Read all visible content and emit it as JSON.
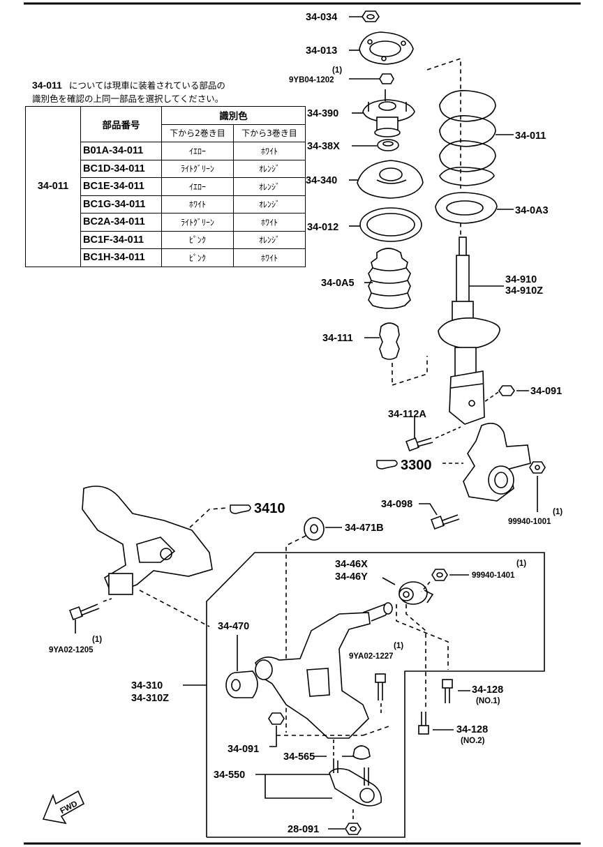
{
  "note": {
    "code": "34-011",
    "line1": "については現車に装着されている部品の",
    "line2": "識別色を確認の上同一部品を選択してください。"
  },
  "table": {
    "group": "34-011",
    "header_part": "部品番号",
    "header_color": "識別色",
    "sub1": "下から2巻き目",
    "sub2": "下から3巻き目",
    "rows": [
      {
        "part": "B01A-34-011",
        "c1": "ｲｴﾛｰ",
        "c2": "ﾎﾜｲﾄ"
      },
      {
        "part": "BC1D-34-011",
        "c1": "ﾗｲﾄｸﾞﾘｰﾝ",
        "c2": "ｵﾚﾝｼﾞ"
      },
      {
        "part": "BC1E-34-011",
        "c1": "ｲｴﾛｰ",
        "c2": "ｵﾚﾝｼﾞ"
      },
      {
        "part": "BC1G-34-011",
        "c1": "ﾎﾜｲﾄ",
        "c2": "ｵﾚﾝｼﾞ"
      },
      {
        "part": "BC2A-34-011",
        "c1": "ﾗｲﾄｸﾞﾘｰﾝ",
        "c2": "ﾎﾜｲﾄ"
      },
      {
        "part": "BC1F-34-011",
        "c1": "ﾋﾟﾝｸ",
        "c2": "ｵﾚﾝｼﾞ"
      },
      {
        "part": "BC1H-34-011",
        "c1": "ﾋﾟﾝｸ",
        "c2": "ﾎﾜｲﾄ"
      }
    ]
  },
  "labels": {
    "l34034": "34-034",
    "l34013": "34-013",
    "q1a": "(1)",
    "l9yb04": "9YB04-1202",
    "l34390": "34-390",
    "l3438x": "34-38X",
    "l34340": "34-340",
    "l34012": "34-012",
    "l340a5": "34-0A5",
    "l34111": "34-111",
    "l34011": "34-011",
    "l340a3": "34-0A3",
    "l34910": "34-910",
    "l34910z": "34-910Z",
    "l34091a": "34-091",
    "l34112a": "34-112A",
    "l3300": "3300",
    "l34098": "34-098",
    "q1b": "(1)",
    "l99940_1001": "99940-1001",
    "l3410": "3410",
    "l34471b": "34-471B",
    "l3446x": "34-46X",
    "l3446y": "34-46Y",
    "q1c": "(1)",
    "l99940_1401": "99940-1401",
    "q1d": "(1)",
    "l9ya02_1205": "9YA02-1205",
    "l34470": "34-470",
    "q1e": "(1)",
    "l9ya02_1227": "9YA02-1227",
    "l34310": "34-310",
    "l34310z": "34-310Z",
    "l34128a": "34-128",
    "no1": "(NO.1)",
    "l34128b": "34-128",
    "no2": "(NO.2)",
    "l34091b": "34-091",
    "l34565": "34-565",
    "l34550": "34-550",
    "l28091": "28-091",
    "fwd": "FWD"
  }
}
